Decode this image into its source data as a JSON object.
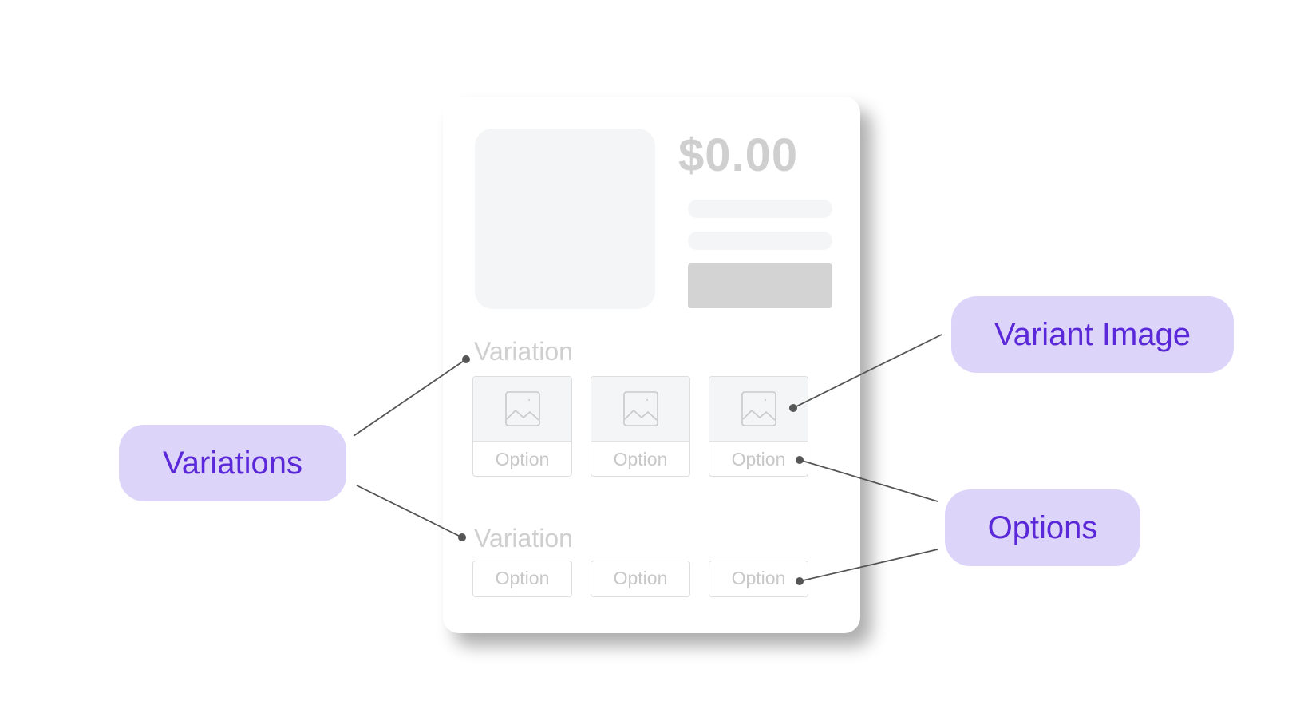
{
  "card": {
    "price": "$0.00",
    "variations": [
      {
        "label": "Variation",
        "options": [
          "Option",
          "Option",
          "Option"
        ],
        "has_images": true
      },
      {
        "label": "Variation",
        "options": [
          "Option",
          "Option",
          "Option"
        ],
        "has_images": false
      }
    ]
  },
  "callouts": {
    "variations": "Variations",
    "variant_image": "Variant Image",
    "options": "Options"
  },
  "colors": {
    "callout_bg": "#ddd4fa",
    "callout_text": "#5a28d8",
    "placeholder_text": "#cfcfcf",
    "connector": "#555555"
  },
  "icons": [
    "image-placeholder-icon"
  ]
}
